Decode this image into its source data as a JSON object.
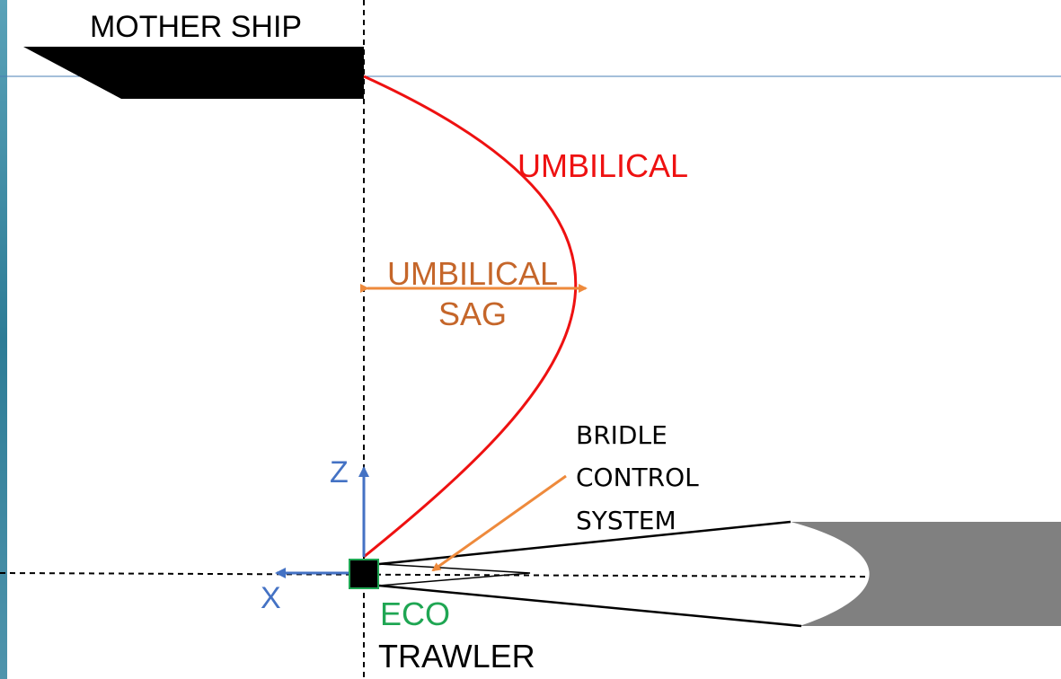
{
  "labels": {
    "mother_ship": "MOTHER SHIP",
    "umbilical": "UMBILICAL",
    "umbilical_sag_line1": "UMBILICAL",
    "umbilical_sag_line2": "SAG",
    "bridle_line1": "BRIDLE",
    "bridle_line2": "CONTROL",
    "bridle_line3": "SYSTEM",
    "axis_z": "Z",
    "axis_x": "X",
    "eco": "ECO",
    "trawler": "TRAWLER"
  },
  "colors": {
    "umbilical": "#ee1111",
    "sag": "#c5662a",
    "arrow_orange": "#ee8a3c",
    "axis": "#4472c4",
    "eco": "#1fa653",
    "ship": "#000000",
    "net": "#808080",
    "waterline": "#4a7fb6",
    "sea_edge": "#2d7c96"
  }
}
